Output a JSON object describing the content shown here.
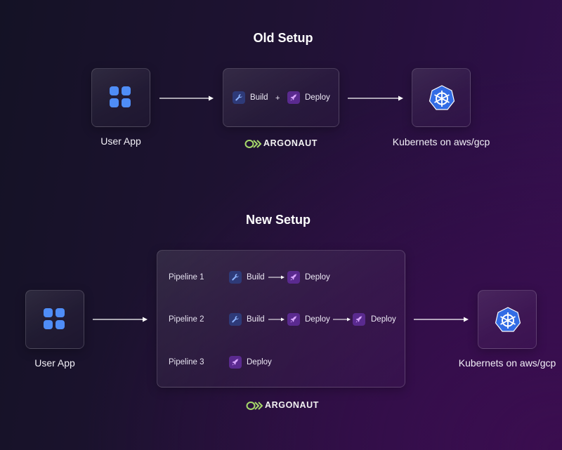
{
  "old_setup": {
    "title": "Old Setup",
    "user_app_label": "User App",
    "build_label": "Build",
    "plus": "+",
    "deploy_label": "Deploy",
    "k8s_label": "Kubernets on aws/gcp",
    "logo_text": "ARGONAUT"
  },
  "new_setup": {
    "title": "New Setup",
    "user_app_label": "User App",
    "k8s_label": "Kubernets on aws/gcp",
    "logo_text": "ARGONAUT",
    "pipelines": [
      {
        "label": "Pipeline 1",
        "steps": [
          "Build",
          "Deploy"
        ]
      },
      {
        "label": "Pipeline 2",
        "steps": [
          "Build",
          "Deploy",
          "Deploy"
        ]
      },
      {
        "label": "Pipeline 3",
        "steps": [
          "Deploy"
        ]
      }
    ]
  },
  "colors": {
    "app_icon": "#4f8df7",
    "k8s": "#326ce5",
    "logo_green": "#a6d96a",
    "build_tile": "#2e3a78",
    "deploy_tile": "#5a2a8f"
  },
  "icons": {
    "app": "grid-apps-icon",
    "build": "wrench-icon",
    "deploy": "rocket-icon",
    "k8s": "kubernetes-helm-icon",
    "logo": "argonaut-chevrons-icon"
  }
}
